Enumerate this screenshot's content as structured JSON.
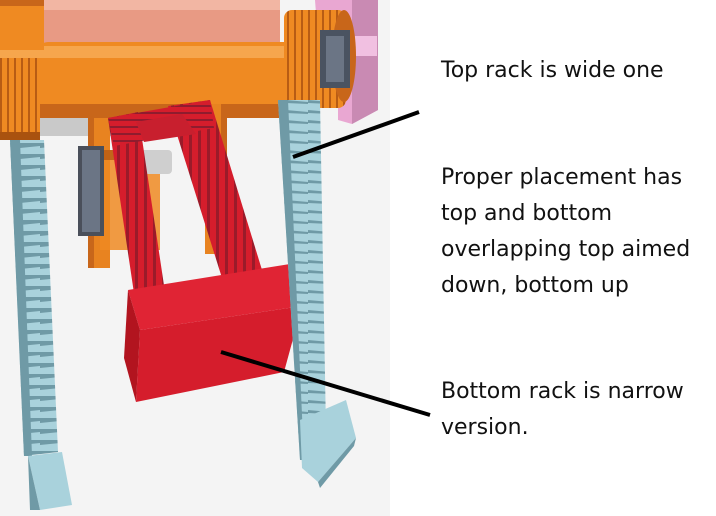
{
  "annotations": {
    "top_rack": "Top rack is wide one",
    "placement": [
      "Proper placement has",
      "top and bottom",
      "overlapping top aimed",
      "down, bottom up"
    ],
    "bottom_rack": [
      "Bottom rack is narrow",
      "version."
    ]
  },
  "colors": {
    "background_panel": "#f4f4f4",
    "orange_gear": "#ef8a22",
    "orange_dark": "#c8661a",
    "salmon_roller": "#e89a84",
    "pink_plate": "#e9a7d2",
    "red_rack": "#de1e2e",
    "red_rack_dark": "#b2141f",
    "teal_rack": "#a9d2dc",
    "teal_rack_dark": "#6f9aa6",
    "pointer_line": "#000000"
  }
}
